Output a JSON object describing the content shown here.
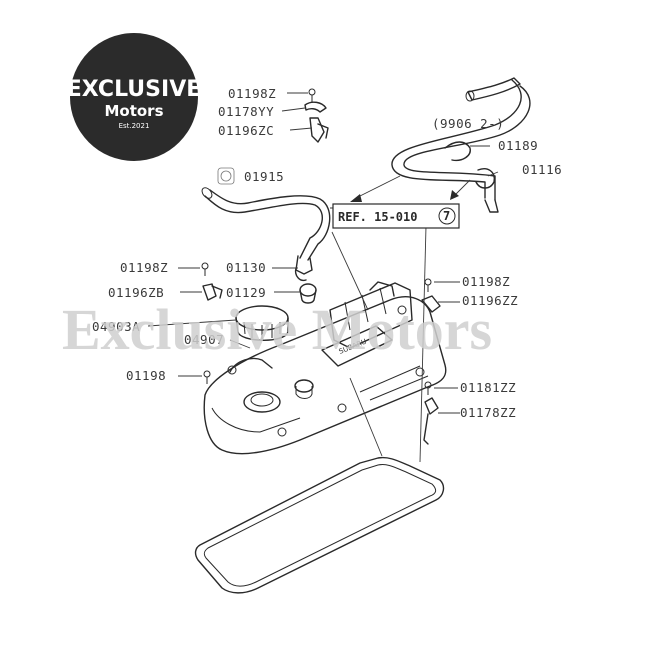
{
  "logo": {
    "line1": "EXCLUSIVE",
    "line2": "Motors",
    "line3": "Est.2021",
    "bg_color": "#2b2b2b"
  },
  "watermark": "Exclusive Motors",
  "reference": {
    "text": "REF. 15-010",
    "circled": "7"
  },
  "labels": {
    "l01198z_top": "01198Z",
    "l01178yy": "01178YY",
    "l01196zc": "01196ZC",
    "l9906": "(9906 2-)",
    "l01189": "01189",
    "l01116": "01116",
    "l01915": "01915",
    "l01198z_mid": "01198Z",
    "l01130": "01130",
    "l01196zb": "01196ZB",
    "l01129": "01129",
    "l04903a": "04903A",
    "l04907": "04907",
    "l01198": "01198",
    "l01198z_right": "01198Z",
    "l01196zz": "01196ZZ",
    "l01181zz": "01181ZZ",
    "l01178zz": "01178ZZ"
  },
  "colors": {
    "line": "#2a2a2a",
    "label": "#3a3a3a",
    "watermark": "#cfcfcf"
  }
}
